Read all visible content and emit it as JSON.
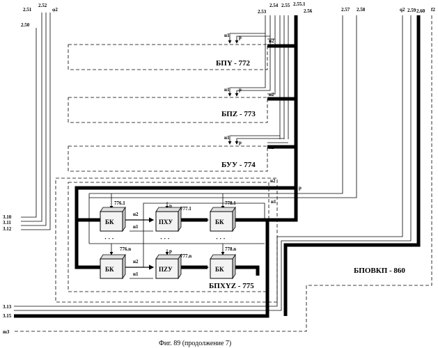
{
  "blocks": {
    "bpy": "БПY - 772",
    "bpz": "БПZ - 773",
    "buy": "БУУ - 774",
    "bpxyz": "БПXYZ - 775",
    "bpovkp": "БПОВКП - 860"
  },
  "cubes": {
    "bk": "БК",
    "pxu": "ПХУ",
    "pzu": "ПZУ"
  },
  "cube_labels": {
    "c776_1": "776.1",
    "c777_1": "777.1",
    "c778_1": "778.1",
    "c776_n": "776.n",
    "c777_n": "777.n",
    "c778_n": "778.n"
  },
  "top_labels": {
    "l250": "2.50",
    "l251": "2.51",
    "l252": "2.52",
    "lf2": "φ2",
    "l253": "2.53",
    "l254": "2.54",
    "l255": "2.55",
    "l2551": "2.55.1",
    "l256": "2.56",
    "l257": "2.57",
    "l258": "2.58",
    "lq2": "q2",
    "l259": "2.59",
    "l260": "2.60",
    "lf2b": "f2"
  },
  "left_labels": {
    "l310": "3.10",
    "l311": "3.11",
    "l312": "3.12",
    "l313": "3.13",
    "l315": "3.15",
    "lm3": "m3"
  },
  "signal_labels": {
    "n1": "н1",
    "n2": "н2",
    "p": "p",
    "dots": "· · ·"
  },
  "caption": "Фиг. 89 (продолжение 7)"
}
